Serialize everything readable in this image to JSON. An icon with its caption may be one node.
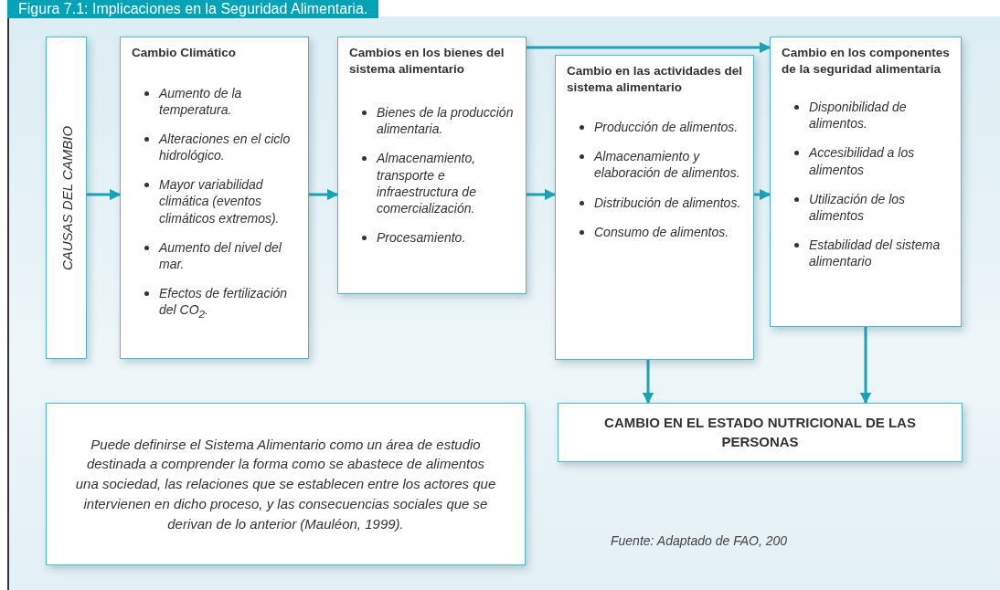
{
  "diagram": {
    "title": "Figura 7.1: Implicaciones en la Seguridad Alimentaria.",
    "nodes": [
      {
        "text": [
          "CAUSAS DEL CAMBIO"
        ]
      },
      {
        "text": [
          "Cambio Climático",
          "Aumento de la temperatura.",
          "Alteraciones en el ciclo hidrológico.",
          "Mayor variabilidad climática (eventos climáticos extremos).",
          "Aumento del nivel del mar.",
          "Efectos de fertilización del CO$_{2}$."
        ]
      },
      {
        "text": [
          "Cambios en los bienes del sistema alimentario",
          "Bienes de la  producción alimentaria.",
          "Almacenamiento, transporte e infraestructura de comercialización.",
          "Procesamiento."
        ]
      },
      {
        "text": [
          "Cambio en las actividades del sistema alimentario",
          "Producción de alimentos.",
          "Almacenamiento y elaboración de alimentos.",
          "Distribución de alimentos.",
          "Consumo de alimentos."
        ]
      },
      {
        "text": [
          "Cambio en los componentes de la seguridad  alimentaria",
          "Disponibilidad de alimentos.",
          "Accesibilidad a los alimentos",
          "Utilización de los alimentos",
          "Estabilidad del sistema alimentario"
        ]
      },
      {
        "text": [
          "CAMBIO EN EL ESTADO NUTRICIONAL DE LAS PERSONAS"
        ]
      },
      {
        "text": [
          "Puede definirse el Sistema Alimentario como un área de estudio destinada a comprender la forma como se abastece de alimentos una sociedad, las relaciones que se establecen entre los actores que intervienen en dicho proceso, y las consecuencias sociales que se derivan de lo anterior (Mauléon, 1999)."
        ]
      }
    ],
    "edges": [
      {
        "from": 0,
        "to": 1,
        "arrow": "to"
      },
      {
        "from": 1,
        "to": 2,
        "arrow": "to"
      },
      {
        "from": 2,
        "to": 3,
        "arrow": "to"
      },
      {
        "from": 2,
        "to": 4,
        "arrow": "to"
      },
      {
        "from": 3,
        "to": 4,
        "arrow": "to"
      },
      {
        "from": 3,
        "to": 5,
        "arrow": "to"
      },
      {
        "from": 4,
        "to": 5,
        "arrow": "to"
      }
    ],
    "labels": [
      "Fuente: Adaptado de FAO, 200"
    ]
  }
}
